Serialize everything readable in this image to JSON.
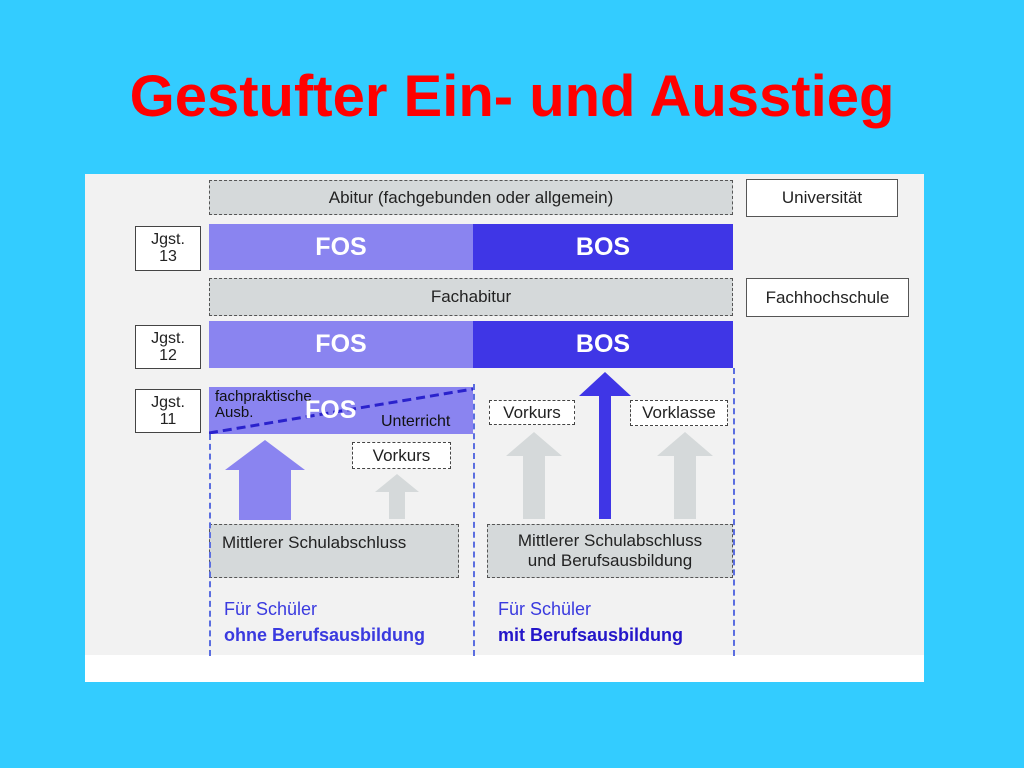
{
  "title": "Gestufter Ein- und Ausstieg",
  "abitur": "Abitur (fachgebunden oder allgemein)",
  "universitaet": "Universität",
  "fachabitur": "Fachabitur",
  "fachhochschule": "Fachhochschule",
  "jgst13": {
    "line1": "Jgst.",
    "line2": "13"
  },
  "jgst12": {
    "line1": "Jgst.",
    "line2": "12"
  },
  "jgst11": {
    "line1": "Jgst.",
    "line2": "11"
  },
  "fos": "FOS",
  "bos": "BOS",
  "fos11": {
    "praxis_line1": "fachpraktische",
    "praxis_line2": "Ausb.",
    "fos": "FOS",
    "unterricht": "Unterricht"
  },
  "vorkurs_left": "Vorkurs",
  "vorkurs_right": "Vorkurs",
  "vorklasse": "Vorklasse",
  "msa_left": "Mittlerer Schulabschluss",
  "msa_right": {
    "line1": "Mittlerer Schulabschluss",
    "line2": "und Berufsausbildung"
  },
  "caption_left": {
    "line1": "Für Schüler",
    "line2": "ohne Berufsausbildung"
  },
  "caption_right": {
    "line1": "Für Schüler",
    "line2": "mit Berufsausbildung"
  },
  "colors": {
    "background": "#33ccff",
    "title": "#ff0000",
    "fos": "#8a84f0",
    "bos": "#3f36e6",
    "arrow_grey": "#d5d9da"
  }
}
